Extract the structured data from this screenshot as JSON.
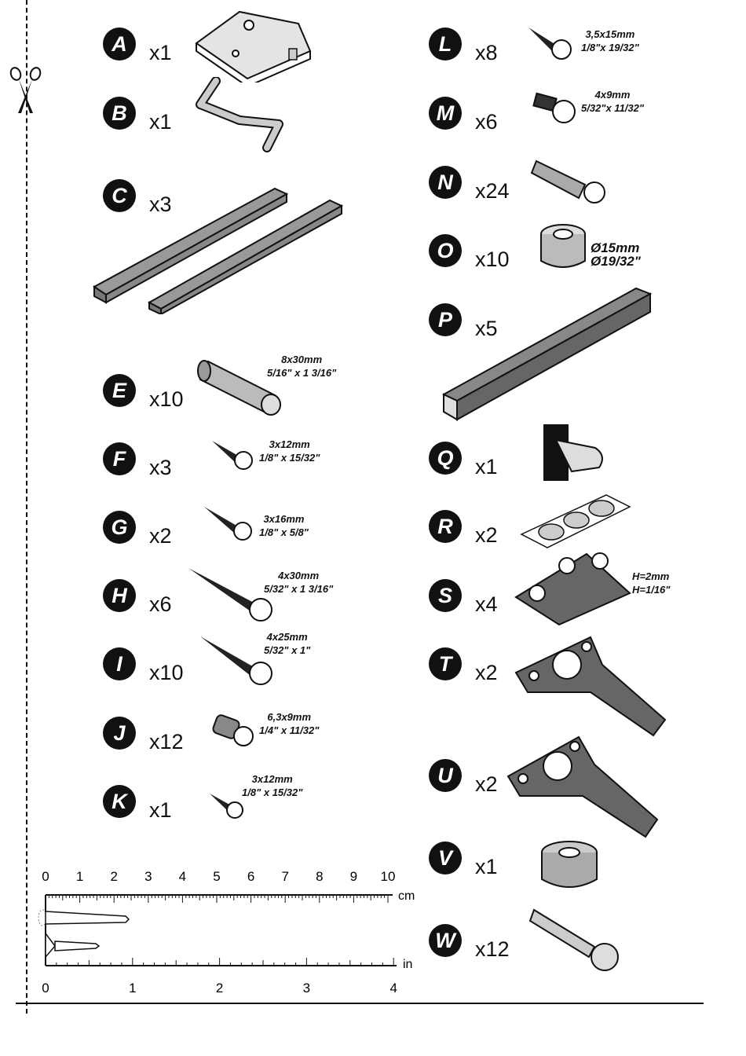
{
  "parts": [
    {
      "letter": "A",
      "qty": "x1"
    },
    {
      "letter": "B",
      "qty": "x1"
    },
    {
      "letter": "C",
      "qty": "x3"
    },
    {
      "letter": "E",
      "qty": "x10",
      "dim": [
        "8x30mm",
        "5/16\" x 1  3/16\""
      ]
    },
    {
      "letter": "F",
      "qty": "x3",
      "dim": [
        "3x12mm",
        "1/8\" x 15/32\""
      ]
    },
    {
      "letter": "G",
      "qty": "x2",
      "dim": [
        "3x16mm",
        "1/8\" x 5/8\""
      ]
    },
    {
      "letter": "H",
      "qty": "x6",
      "dim": [
        "4x30mm",
        "5/32\" x 1  3/16\""
      ]
    },
    {
      "letter": "I",
      "qty": "x10",
      "dim": [
        "4x25mm",
        "5/32\" x 1\""
      ]
    },
    {
      "letter": "J",
      "qty": "x12",
      "dim": [
        "6,3x9mm",
        "1/4\" x 11/32\""
      ]
    },
    {
      "letter": "K",
      "qty": "x1",
      "dim": [
        "3x12mm",
        "1/8\" x 15/32\""
      ]
    },
    {
      "letter": "L",
      "qty": "x8",
      "dim": [
        "3,5x15mm",
        "1/8\"x 19/32\""
      ]
    },
    {
      "letter": "M",
      "qty": "x6",
      "dim": [
        "4x9mm",
        "5/32\"x 11/32\""
      ]
    },
    {
      "letter": "N",
      "qty": "x24"
    },
    {
      "letter": "O",
      "qty": "x10",
      "dim": [
        "Ø15mm",
        "Ø19/32\""
      ]
    },
    {
      "letter": "P",
      "qty": "x5"
    },
    {
      "letter": "Q",
      "qty": "x1"
    },
    {
      "letter": "R",
      "qty": "x2"
    },
    {
      "letter": "S",
      "qty": "x4",
      "dim": [
        "H=2mm",
        "H=1/16\""
      ]
    },
    {
      "letter": "T",
      "qty": "x2"
    },
    {
      "letter": "U",
      "qty": "x2"
    },
    {
      "letter": "V",
      "qty": "x1"
    },
    {
      "letter": "W",
      "qty": "x12"
    }
  ],
  "ruler": {
    "cm_label": "cm",
    "in_label": "in",
    "cm_ticks": [
      "0",
      "1",
      "2",
      "3",
      "4",
      "5",
      "6",
      "7",
      "8",
      "9",
      "10"
    ],
    "in_ticks": [
      "0",
      "1",
      "2",
      "3",
      "4"
    ]
  },
  "icons": {
    "cut_mark": "scissors-icon"
  }
}
